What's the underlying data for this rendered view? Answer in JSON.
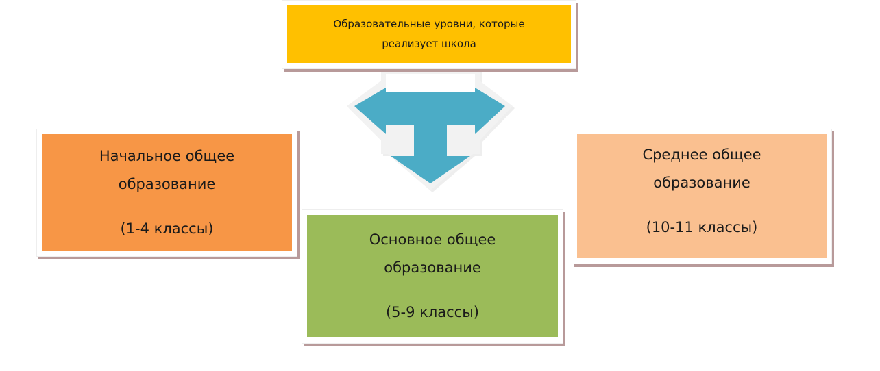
{
  "header": {
    "line1": "Образовательные уровни, которые",
    "line2": "реализует школа"
  },
  "levels": [
    {
      "line1": "Начальное общее",
      "line2": "образование",
      "grades": "(1-4 классы)"
    },
    {
      "line1": "Основное общее",
      "line2": "образование",
      "grades": "(5-9 классы)"
    },
    {
      "line1": "Среднее общее",
      "line2": "образование",
      "grades": "(10-11 классы)"
    }
  ],
  "colors": {
    "header": "#FFC000",
    "primary": "#F79646",
    "basic": "#9BBB59",
    "secondary": "#FAC090",
    "arrow": "#4BACC6"
  }
}
